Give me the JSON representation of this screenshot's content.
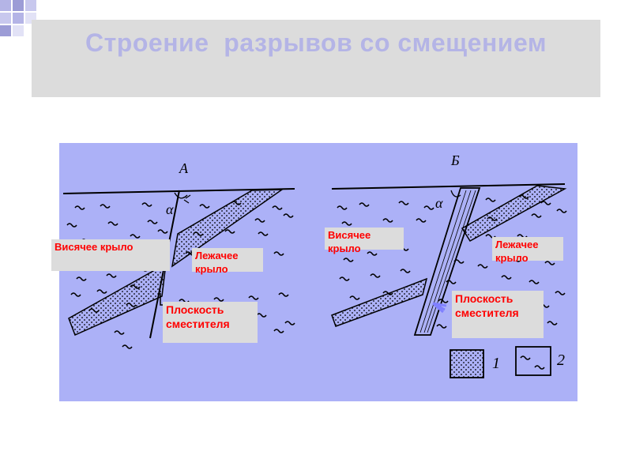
{
  "slide": {
    "title": "Строение  разрывов со смещением",
    "accent_color": "#b4b4e6",
    "diagram_bg": "#acb1f7",
    "label_color": "#ff0000",
    "label_bg": "#dcdcdc"
  },
  "panel_a": {
    "letter": "А",
    "angle": "α",
    "hanging_wall": "Висячее крыло",
    "foot_wall": "Лежачее крыло",
    "fault_plane": "Плоскость сместителя"
  },
  "panel_b": {
    "letter": "Б",
    "angle": "α",
    "hanging_wall": "Висячее крыло",
    "foot_wall": "Лежачее крыло",
    "fault_plane": "Плоскость сместителя"
  },
  "legend": [
    {
      "number": "1",
      "pattern": "dotted"
    },
    {
      "number": "2",
      "pattern": "wave"
    }
  ]
}
